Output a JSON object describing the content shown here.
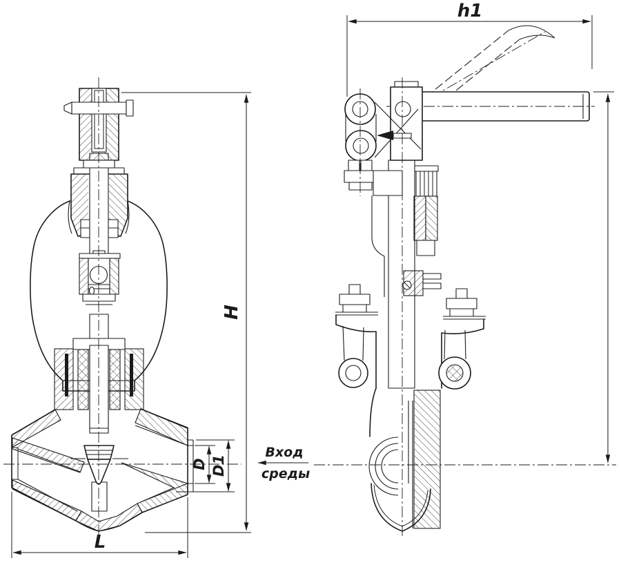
{
  "meta": {
    "subject": "valve sectional technical drawing, front section and side view with lever",
    "background": "#ffffff",
    "line_color": "#1b1b1b"
  },
  "dimension_labels": {
    "h1": "h1",
    "H": "H",
    "D": "D",
    "D1": "D1",
    "L": "L"
  },
  "annotations": {
    "media_inlet_line1": "Вход",
    "media_inlet_line2": "среды"
  }
}
